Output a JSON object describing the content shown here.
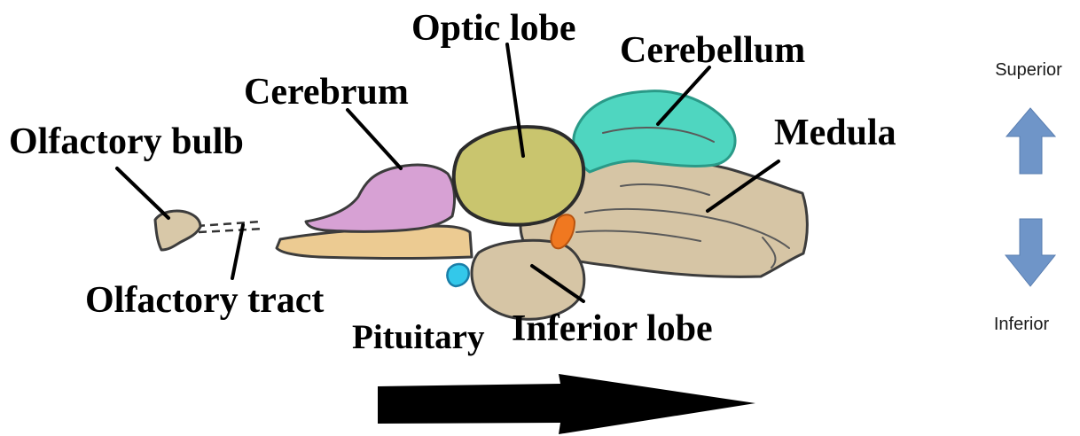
{
  "labels": {
    "olfactory_bulb": "Olfactory bulb",
    "cerebrum": "Cerebrum",
    "optic_lobe": "Optic lobe",
    "cerebellum": "Cerebellum",
    "medula": "Medula",
    "olfactory_tract": "Olfactory tract",
    "pituitary": "Pituitary",
    "inferior_lobe": "Inferior lobe"
  },
  "orientation": {
    "superior": "Superior",
    "inferior": "Inferior"
  },
  "icons": {
    "up_arrow": "arrow-up-icon",
    "down_arrow": "arrow-down-icon",
    "direction_arrow": "arrow-right-icon"
  },
  "colors": {
    "cerebrum": "#d7a1d4",
    "optic_lobe": "#c9c56e",
    "cerebellum": "#4fd6c0",
    "brainstem": "#d6c5a5",
    "olfactory": "#d8c8a8",
    "tract_bottom": "#eccb92",
    "pituitary": "#33c8ea",
    "orange_region": "#f07820",
    "orientation_arrow": "#6f95c8",
    "direction_arrow": "#000000"
  }
}
